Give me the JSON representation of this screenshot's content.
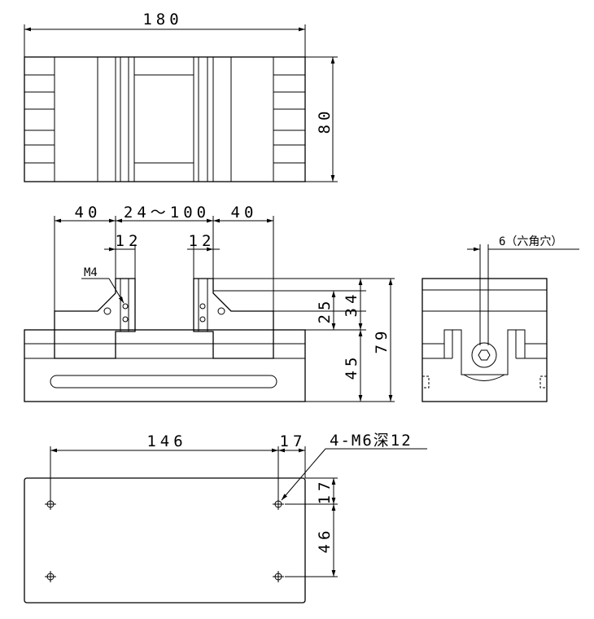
{
  "views": {
    "top": {
      "width_label": "180",
      "depth_label": "80"
    },
    "front": {
      "jaw_left_label": "40",
      "opening_label": "24～100",
      "jaw_right_label": "40",
      "groove_left_label": "12",
      "groove_right_label": "12",
      "thread_label": "M4",
      "v_height_label": "25",
      "jaw_height_label": "34",
      "base_height_label": "45",
      "total_height_label": "79"
    },
    "side": {
      "hex_label": "6（六角穴）"
    },
    "bottom": {
      "pitch_x_label": "146",
      "edge_x_label": "17",
      "tap_label": "4-M6深12",
      "edge_y_label": "17",
      "pitch_y_label": "46"
    }
  }
}
